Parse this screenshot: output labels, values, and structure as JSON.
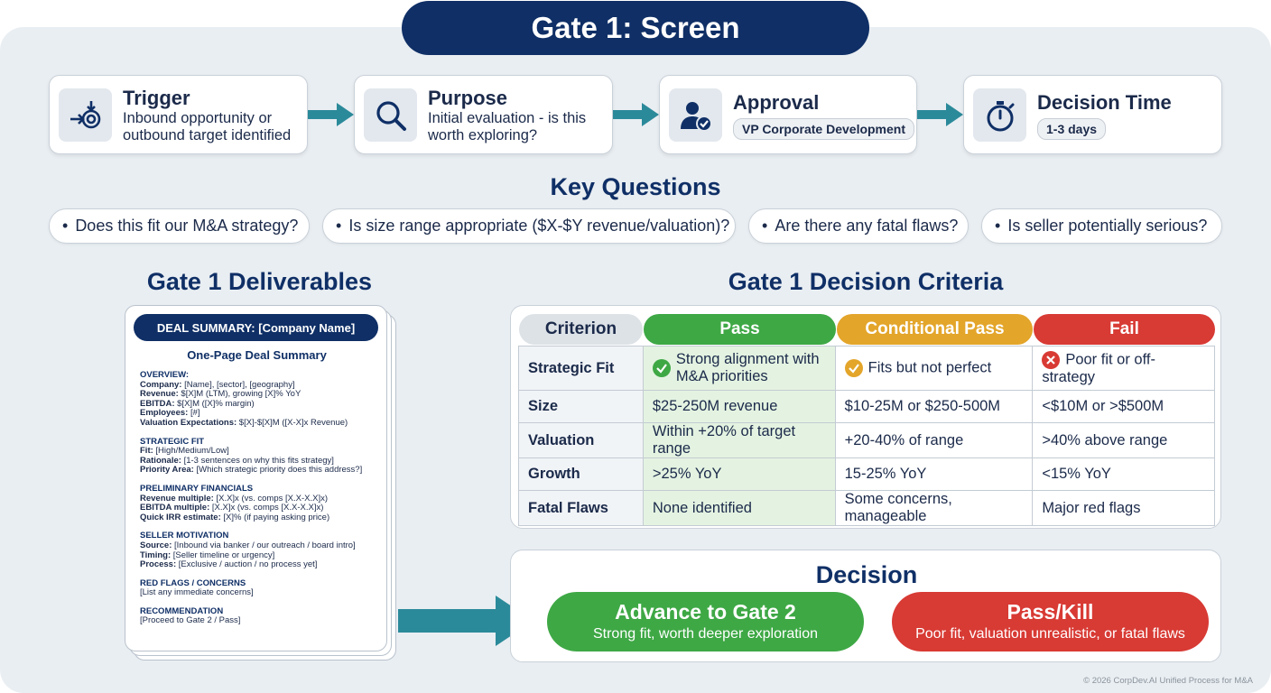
{
  "title": "Gate 1: Screen",
  "steps": [
    {
      "title": "Trigger",
      "desc": [
        "Inbound opportunity or",
        "outbound target identified"
      ],
      "icon": "target-arrow-icon"
    },
    {
      "title": "Purpose",
      "desc": [
        "Initial evaluation - is this",
        "worth exploring?"
      ],
      "icon": "magnifier-icon"
    },
    {
      "title": "Approval",
      "badge": "VP Corporate Development",
      "icon": "user-check-icon"
    },
    {
      "title": "Decision Time",
      "badge": "1-3 days",
      "icon": "stopwatch-icon"
    }
  ],
  "key_questions": {
    "title": "Key Questions",
    "items": [
      "Does this fit our M&A strategy?",
      "Is size range appropriate ($X-$Y revenue/valuation)?",
      "Are there any fatal flaws?",
      "Is seller potentially serious?"
    ]
  },
  "deliverables": {
    "title": "Gate 1 Deliverables",
    "doc_header": "DEAL SUMMARY: [Company Name]",
    "doc_subtitle": "One-Page Deal Summary",
    "sections": [
      {
        "heading": "OVERVIEW:",
        "lines": [
          [
            "Company:",
            " [Name], [sector], [geography]"
          ],
          [
            "Revenue:",
            " $[X]M (LTM), growing [X]% YoY"
          ],
          [
            "EBITDA:",
            " $[X]M ([X]% margin)"
          ],
          [
            "Employees:",
            " [#]"
          ],
          [
            "Valuation Expectations:",
            " $[X]-$[X]M ([X-X]x Revenue)"
          ]
        ]
      },
      {
        "heading": "STRATEGIC FIT",
        "lines": [
          [
            "Fit:",
            " [High/Medium/Low]"
          ],
          [
            "Rationale:",
            " [1-3 sentences on why this fits strategy]"
          ],
          [
            "Priority Area:",
            " [Which strategic priority does this address?]"
          ]
        ]
      },
      {
        "heading": "PRELIMINARY FINANCIALS",
        "lines": [
          [
            "Revenue multiple:",
            " [X.X]x (vs. comps [X.X-X.X]x)"
          ],
          [
            "EBITDA multiple:",
            " [X.X]x (vs. comps [X.X-X.X]x)"
          ],
          [
            "Quick IRR estimate:",
            " [X]% (if paying asking price)"
          ]
        ]
      },
      {
        "heading": "SELLER MOTIVATION",
        "lines": [
          [
            "Source:",
            " [Inbound via banker / our outreach / board intro]"
          ],
          [
            "Timing:",
            " [Seller timeline or urgency]"
          ],
          [
            "Process:",
            " [Exclusive / auction / no process yet]"
          ]
        ]
      },
      {
        "heading": "RED FLAGS / CONCERNS",
        "lines": [
          [
            "",
            "[List any immediate concerns]"
          ]
        ]
      },
      {
        "heading": "RECOMMENDATION",
        "lines": [
          [
            "",
            "[Proceed to Gate 2 / Pass]"
          ]
        ]
      }
    ]
  },
  "criteria": {
    "title": "Gate 1 Decision Criteria",
    "headers": [
      "Criterion",
      "Pass",
      "Conditional Pass",
      "Fail"
    ],
    "header_colors": [
      "#dde2e7",
      "#3ea845",
      "#e3a52a",
      "#d83a34"
    ],
    "rows": [
      {
        "label": "Strategic Fit",
        "pass": "Strong alignment with M&A priorities",
        "cond": "Fits but not perfect",
        "fail": "Poor fit or off-strategy"
      },
      {
        "label": "Size",
        "pass": "$25-250M revenue",
        "cond": "$10-25M or $250-500M",
        "fail": "<$10M or >$500M"
      },
      {
        "label": "Valuation",
        "pass": "Within +20% of target range",
        "cond": "+20-40% of range",
        "fail": ">40% above range"
      },
      {
        "label": "Growth",
        "pass": ">25% YoY",
        "cond": "15-25% YoY",
        "fail": "<15% YoY"
      },
      {
        "label": "Fatal Flaws",
        "pass": "None identified",
        "cond": "Some concerns, manageable",
        "fail": "Major red flags"
      }
    ]
  },
  "decision": {
    "title": "Decision",
    "advance": {
      "label": "Advance to Gate 2",
      "sub": "Strong fit, worth deeper exploration",
      "color": "#3ea845"
    },
    "kill": {
      "label": "Pass/Kill",
      "sub": "Poor fit, valuation unrealistic, or fatal flaws",
      "color": "#d83a34"
    }
  },
  "footer": "© 2026 CorpDev.AI Unified Process for M&A"
}
